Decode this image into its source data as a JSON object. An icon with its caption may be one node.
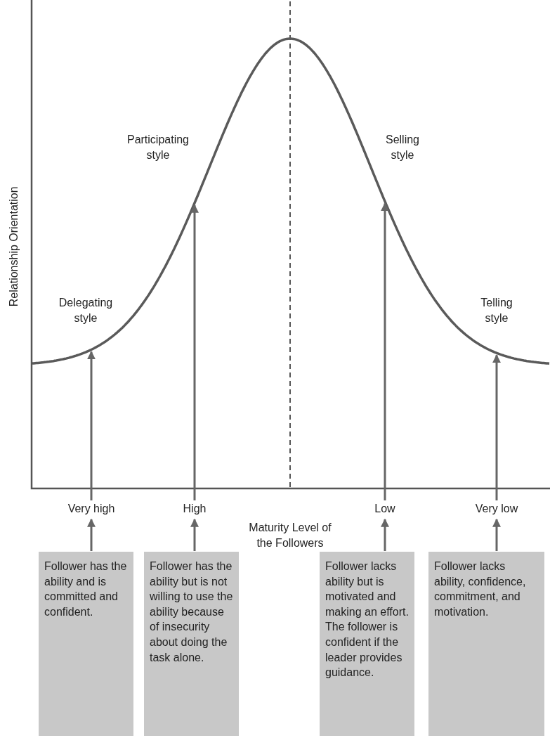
{
  "diagram": {
    "nodes": [
      {
        "text": [
          "Very high"
        ]
      },
      {
        "text": [
          "High"
        ]
      },
      {
        "text": [
          "Low"
        ]
      },
      {
        "text": [
          "Very low"
        ]
      },
      {
        "text": [
          "Follower has the ability and is committed and confident."
        ]
      },
      {
        "text": [
          "Follower has the ability but is not willing to use the ability because of insecurity about doing the task alone."
        ]
      },
      {
        "text": [
          "Follower lacks ability but is motivated and making an effort. The follower is confident if the leader provides guidance."
        ]
      },
      {
        "text": [
          "Follower lacks ability, confidence, commitment, and motivation."
        ]
      }
    ],
    "edges": [
      {
        "from": 0,
        "to": null,
        "arrow": "to"
      },
      {
        "from": 1,
        "to": null,
        "arrow": "to"
      },
      {
        "from": 2,
        "to": null,
        "arrow": "to"
      },
      {
        "from": 3,
        "to": null,
        "arrow": "to"
      },
      {
        "from": 4,
        "to": 0,
        "arrow": "to"
      },
      {
        "from": 5,
        "to": 1,
        "arrow": "to"
      },
      {
        "from": 6,
        "to": 2,
        "arrow": "to"
      },
      {
        "from": 7,
        "to": 3,
        "arrow": "to"
      }
    ],
    "labels": [
      "Participating style",
      "Selling style",
      "Delegating style",
      "Telling style",
      "Relationship Orientation",
      "Maturity Level of the Followers"
    ]
  }
}
